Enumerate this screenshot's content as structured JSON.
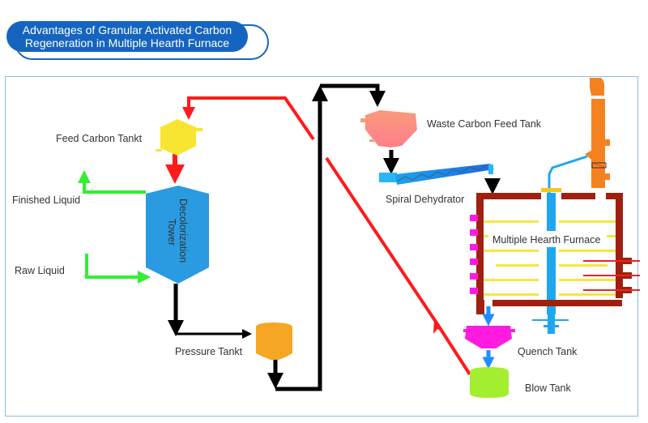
{
  "title": {
    "line1": "Advantages of Granular Activated Carbon",
    "line2": "Regeneration in Multiple Hearth Furnace"
  },
  "labels": {
    "feed_carbon_tank": "Feed Carbon Tankt",
    "finished_liquid": "Finished Liquid",
    "raw_liquid": "Raw Liquid",
    "decolorization_tower_1": "Decolorization",
    "decolorization_tower_2": "Tower",
    "pressure_tank": "Pressure Tankt",
    "waste_carbon_feed_tank": "Waste Carbon Feed Tank",
    "spiral_dehydrator": "Spiral Dehydrator",
    "multiple_hearth_furnace": "Multiple Hearth Furnace",
    "quench_tank": "Quench Tank",
    "blow_tank": "Blow Tank"
  },
  "colors": {
    "title_bg": "#1565c0",
    "frame": "#8dbde0",
    "carbon_flow": "#ff1a1a",
    "slurry_flow": "#000000",
    "liquid_flow": "#33ee33",
    "feed_tank": "#f8e531",
    "tower": "#2a9be0",
    "pressure_tank": "#f5a623",
    "waste_tank": "#f9907a",
    "dehydrator": "#1e90ff",
    "furnace": "#a0200f",
    "chimney": "#f58220",
    "quench_tank": "#ff1adf",
    "blow_tank": "#a4ee30",
    "shaft": "#1ea7ee"
  }
}
